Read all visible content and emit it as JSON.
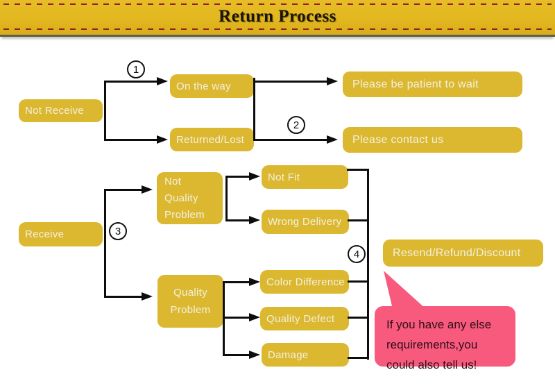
{
  "header": {
    "title": "Return Process"
  },
  "steps": {
    "s1": "1",
    "s2": "2",
    "s3": "3",
    "s4": "4"
  },
  "nodes": {
    "not_receive": "Not Receive",
    "on_the_way": "On the way",
    "returned_lost": "Returned/Lost",
    "be_patient": "Please be patient to wait",
    "contact_us": "Please contact us",
    "receive": "Receive",
    "not_quality_problem": "Not Quality Problem",
    "not_fit": "Not Fit",
    "wrong_delivery": "Wrong Delivery",
    "quality_problem": "Quality Problem",
    "color_difference": "Color Difference",
    "quality_defect": "Quality Defect",
    "damage": "Damage",
    "resend_refund_discount": "Resend/Refund/Discount"
  },
  "bubble": {
    "line1": "If you have any else",
    "line2": "requirements,you",
    "line3": "could also tell us!"
  },
  "colors": {
    "header-bg": "#e2b71f",
    "header-dash": "#8f2222",
    "title-color": "#1b1408",
    "node-bg": "#dbb82f",
    "node-text": "#f5f0e1",
    "line-color": "#0d0d0d",
    "bubble-bg": "#f85a7e",
    "bubble-text": "#2f0e17"
  }
}
